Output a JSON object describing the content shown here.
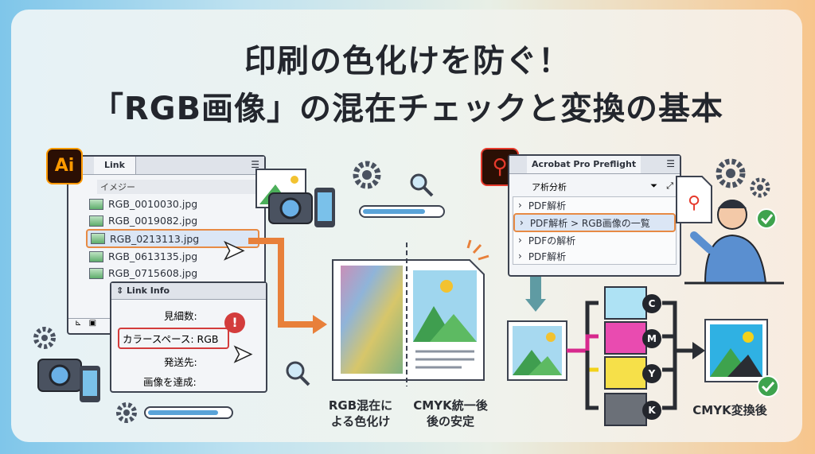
{
  "title": {
    "line1": "印刷の色化けを防ぐ！",
    "line2": "「RGB画像」の混在チェックと変換の基本"
  },
  "link_panel": {
    "badge": "Ai",
    "tab": "Link",
    "section": "イメジー",
    "files": [
      "RGB_0010030.jpg",
      "RGB_0019082.jpg",
      "RGB_0213113.jpg",
      "RGB_0613135.jpg",
      "RGB_0715608.jpg"
    ],
    "selected_index": 2
  },
  "link_info": {
    "title": "Link Info",
    "rows": [
      "見細数:",
      "カラースペース: RGB",
      "発送先:",
      "画像を達成:"
    ],
    "warning": "!"
  },
  "compare": {
    "left_label": "RGB混在に\nよる色化け",
    "right_label": "CMYK統一後\n後の安定"
  },
  "preflight": {
    "badge_icon": "acrobat-icon",
    "tab": "Acrobat Pro Preflight",
    "sub": "ア析分析",
    "items": [
      "PDF解析",
      "PDF解析 > RGB画像の一覧",
      "PDFの解析",
      "PDF解析"
    ],
    "selected_index": 1
  },
  "channels": [
    "C",
    "M",
    "Y",
    "K"
  ],
  "result_label": "CMYK変換後",
  "colors": {
    "orange": "#e8803a",
    "cyan": "#2fb1e3",
    "magenta": "#d7298d",
    "yellow": "#f2d21b",
    "black": "#2a2d33",
    "green": "#3ea34d",
    "red": "#d33c3c"
  }
}
